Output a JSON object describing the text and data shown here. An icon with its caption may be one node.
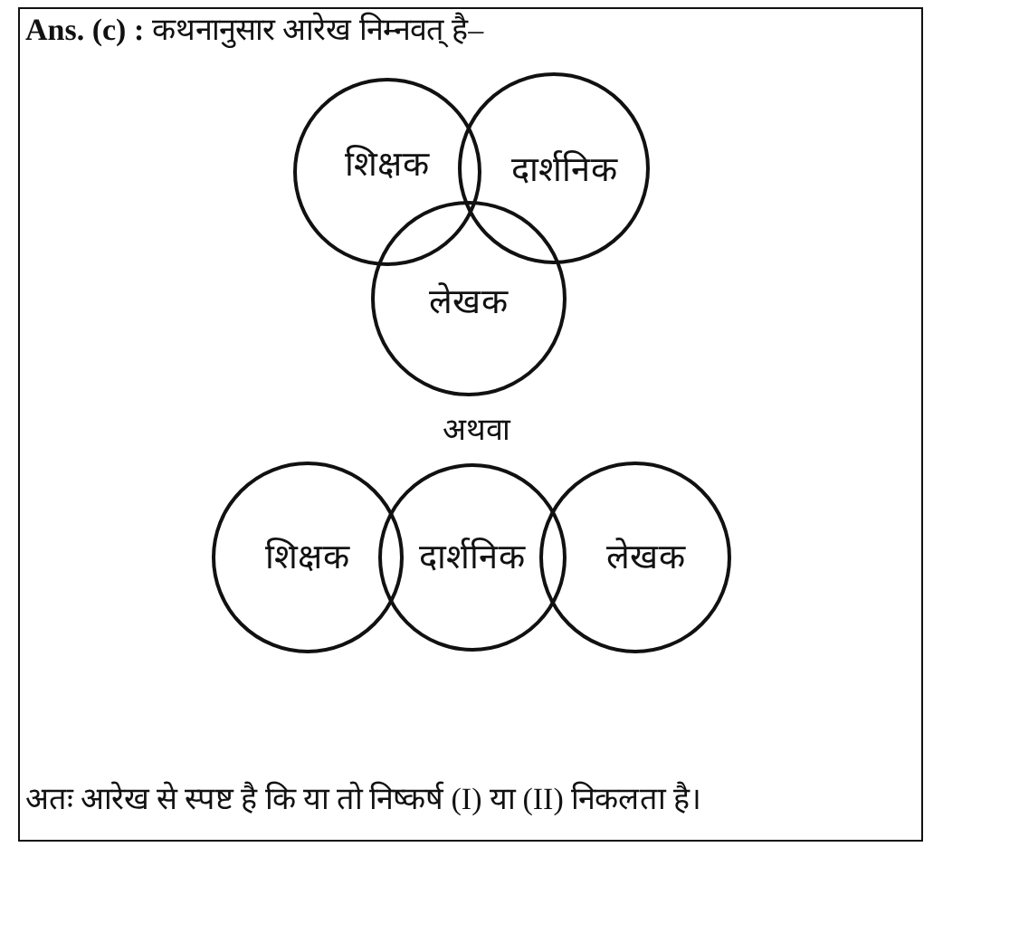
{
  "diagram": {
    "title": "**Ans. (c) :** कथनानुसार आरेख निम्नवत् है–",
    "nodes": [
      {
        "text": [
          "शिक्षक"
        ]
      },
      {
        "text": [
          "दार्शनिक"
        ]
      },
      {
        "text": [
          "लेखक"
        ]
      },
      {
        "text": [
          "शिक्षक"
        ]
      },
      {
        "text": [
          "दार्शनिक"
        ]
      },
      {
        "text": [
          "लेखक"
        ]
      }
    ],
    "labels": [
      "अथवा"
    ],
    "caption": "अतः आरेख से स्पष्ट है कि या तो निष्कर्ष (I) या (II) निकलता है।"
  }
}
